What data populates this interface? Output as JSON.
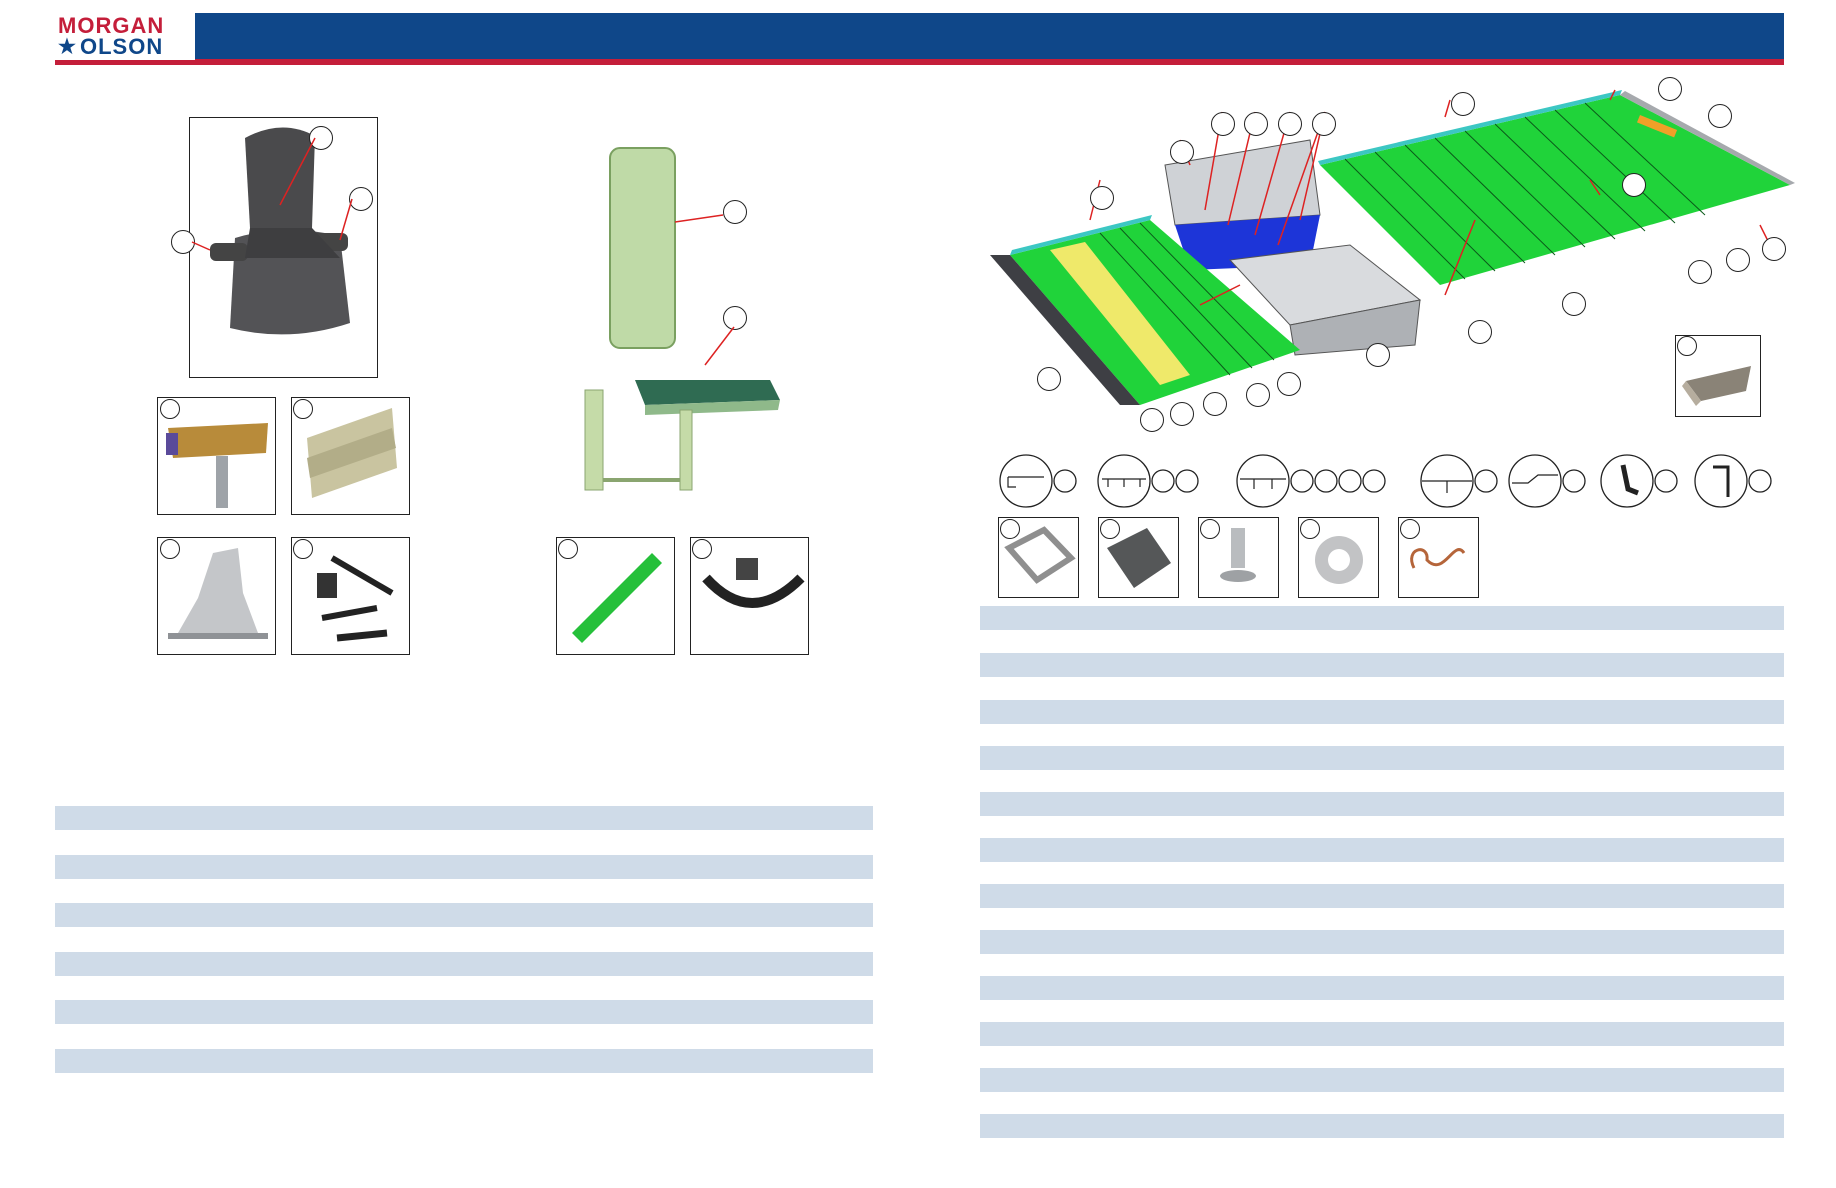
{
  "brand": {
    "logo_line1": "MORGAN",
    "logo_line2": "OLSON",
    "logo_star": "★",
    "header_color": "#0f4789",
    "stripe_color": "#c41e3a"
  },
  "left_table": {
    "row_count": 6,
    "row_color": "#cfdbe8"
  },
  "right_table": {
    "row_count": 12,
    "row_color": "#cfdbe8"
  },
  "icons": [
    "seat-icon",
    "seat-slide-base-icon",
    "seat-mount-channel-icon",
    "seat-pedestal-icon",
    "seatbelt-kit-icon",
    "backrest-pad-icon",
    "jump-seat-icon",
    "trim-strip-icon",
    "seatbelt-icon",
    "floor-assembly-diagram-icon",
    "corner-bracket-icon",
    "trim-profile-icon",
    "access-frame-icon",
    "cover-plate-icon",
    "pivot-fitting-icon",
    "grommet-icon",
    "spring-icon"
  ]
}
